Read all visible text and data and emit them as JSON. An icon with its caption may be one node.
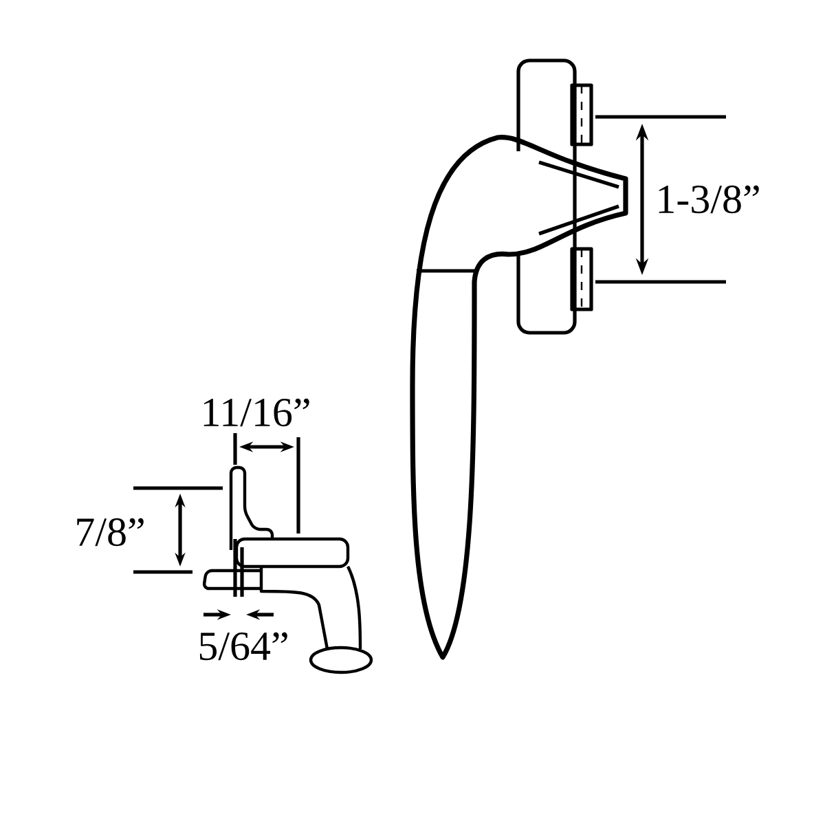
{
  "diagram": {
    "labels": [
      "1-3/8”",
      "11/16”",
      "7/8”",
      "5/64”"
    ]
  }
}
